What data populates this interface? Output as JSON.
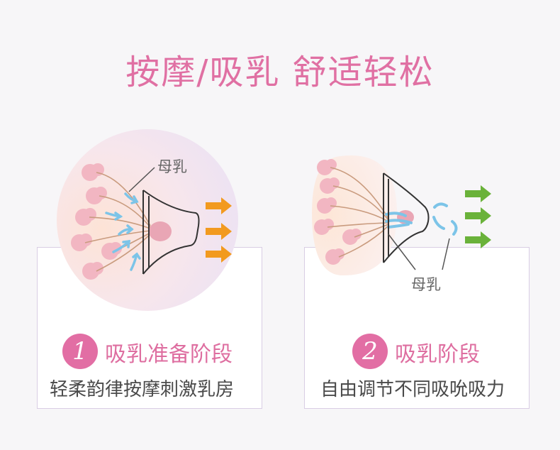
{
  "title": "按摩/吸乳 舒适轻松",
  "panels": [
    {
      "number": "1",
      "stage": "吸乳准备阶段",
      "description": "轻柔韵律按摩刺激乳房",
      "milk_label": "母乳",
      "arrow_color": "#f29a1f",
      "icon": "breast-pump-massage-icon"
    },
    {
      "number": "2",
      "stage": "吸乳阶段",
      "description": "自由调节不同吸吮吸力",
      "milk_label": "母乳",
      "arrow_color": "#6ab23a",
      "icon": "breast-pump-suction-icon"
    }
  ],
  "colors": {
    "accent": "#e070a3",
    "badge": "#e26ea4",
    "card_border": "#d9cde4",
    "milk_flow": "#7cc4e8"
  }
}
